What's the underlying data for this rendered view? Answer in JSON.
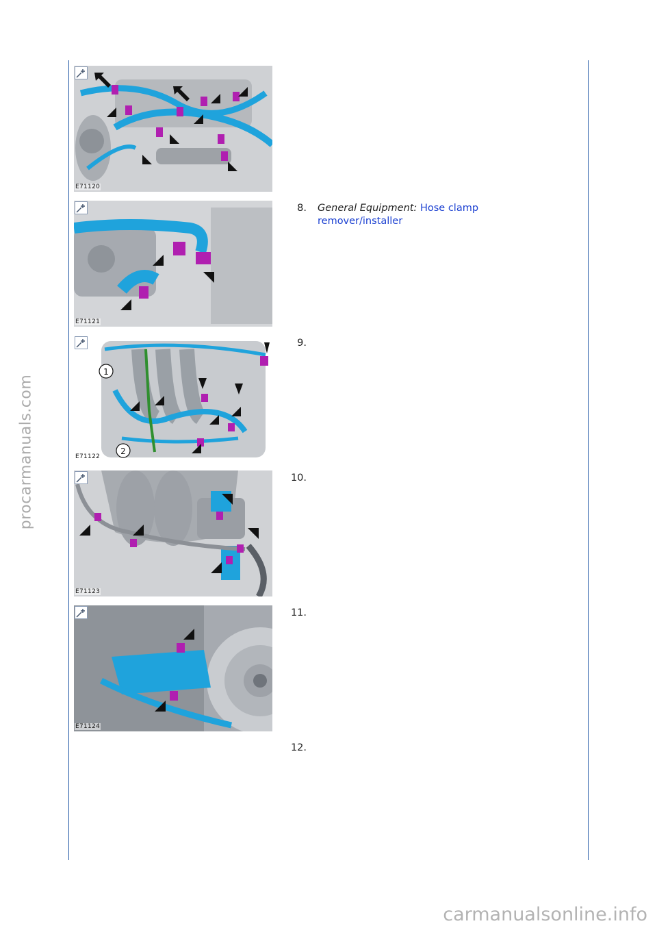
{
  "watermarks": {
    "side": "procarmanuals.com",
    "bottom": "carmanualsonline.info"
  },
  "figures": [
    {
      "code": "E71120",
      "icon": "zoom-in-icon"
    },
    {
      "code": "E71121",
      "icon": "zoom-in-icon"
    },
    {
      "code": "E71122",
      "icon": "zoom-in-icon",
      "callouts": [
        "1",
        "2"
      ]
    },
    {
      "code": "E71123",
      "icon": "zoom-in-icon"
    },
    {
      "code": "E71124",
      "icon": "zoom-in-icon"
    }
  ],
  "steps": [
    {
      "number": "8.",
      "label": "General Equipment:",
      "link": "Hose clamp remover/installer"
    },
    {
      "number": "9."
    },
    {
      "number": "10."
    },
    {
      "number": "11."
    },
    {
      "number": "12."
    }
  ],
  "colors": {
    "rule": "#2a5fa8",
    "link": "#1a3fd1",
    "highlight_blue": "#1fa3dc",
    "highlight_purple": "#b01fb0",
    "highlight_green": "#2f8f2f"
  }
}
